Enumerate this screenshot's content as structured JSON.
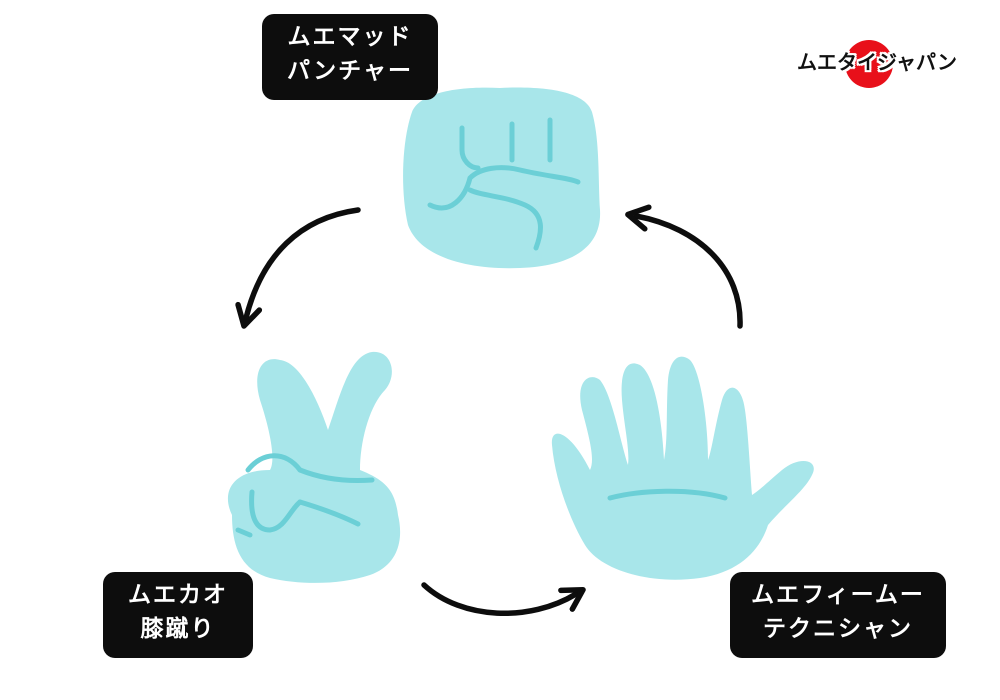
{
  "brand": {
    "text": "ムエタイジャパン",
    "sun_color": "#e8101a"
  },
  "moves": {
    "rock": {
      "line1": "ムエマッド",
      "line2": "パンチャー",
      "icon": "fist-icon"
    },
    "scissors": {
      "line1": "ムエカオ",
      "line2": "膝蹴り",
      "icon": "peace-sign-hand-icon"
    },
    "paper": {
      "line1": "ムエフィームー",
      "line2": "テクニシャン",
      "icon": "open-hand-icon"
    }
  },
  "colors": {
    "hand_fill": "#a8e6ea",
    "hand_line": "#6bcfd6",
    "label_bg": "#0d0d0d",
    "label_text": "#ffffff",
    "arrow": "#0d0d0d"
  }
}
